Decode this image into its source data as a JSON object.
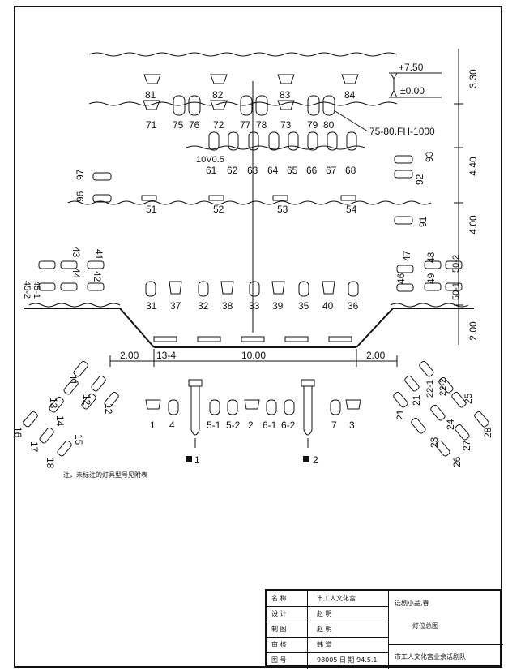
{
  "labels": {
    "top_row": [
      "81",
      "82",
      "83",
      "84"
    ],
    "mid_row": [
      "71",
      "75",
      "76",
      "72",
      "77",
      "78",
      "73",
      "79",
      "80"
    ],
    "fh_note": "75-80.FH-1000",
    "elev_top": "+7.50",
    "elev_zero": "±0.00",
    "row_60": [
      "61",
      "62",
      "63",
      "64",
      "65",
      "66",
      "67",
      "68"
    ],
    "row_60_top": "10V0.5",
    "row_50": [
      "51",
      "52",
      "53",
      "54"
    ],
    "left_96_97": [
      "97",
      "96"
    ],
    "right_92_93": [
      "92",
      "93"
    ],
    "right_91": "91",
    "left_4x": [
      "45-1",
      "45-2",
      "43",
      "44",
      "41",
      "42"
    ],
    "right_4x": [
      "46",
      "47",
      "49",
      "48",
      "50-1",
      "50-2"
    ],
    "row_30": [
      "31",
      "37",
      "32",
      "38",
      "33",
      "39",
      "35",
      "40",
      "36"
    ],
    "stage_left": "13-4",
    "bottom_row": [
      "1",
      "4",
      "5-1",
      "5-2",
      "2",
      "6-1",
      "6-2",
      "7",
      "3"
    ],
    "pole_1": "1",
    "pole_2": "2",
    "left_group": [
      "11",
      "12",
      "13",
      "14",
      "12",
      "15",
      "16",
      "17",
      "18"
    ],
    "right_group": [
      "21",
      "22-1",
      "22-2",
      "25",
      "21",
      "24",
      "23",
      "27",
      "26",
      "28"
    ],
    "dims": {
      "d330": "3.30",
      "d440": "4.40",
      "d400": "4.00",
      "d200_right": "2.00",
      "d200_left": "2.00",
      "d1000": "10.00",
      "d200_r2": "2.00"
    }
  },
  "note": "注，未标注的灯具型号见附表",
  "title_block": {
    "rows": [
      {
        "k": "名 称",
        "v": "市工人文化宫"
      },
      {
        "k": "设 计",
        "v": "赵 明"
      },
      {
        "k": "制 图",
        "v": "赵 明"
      },
      {
        "k": "审 核",
        "v": "韩 道"
      },
      {
        "k": "图 号",
        "v": "98005  日 期  94.5.1"
      }
    ],
    "project": "话剧小品,春",
    "drawing": "灯位总图",
    "org": "市工人文化宫业余话剧队"
  }
}
